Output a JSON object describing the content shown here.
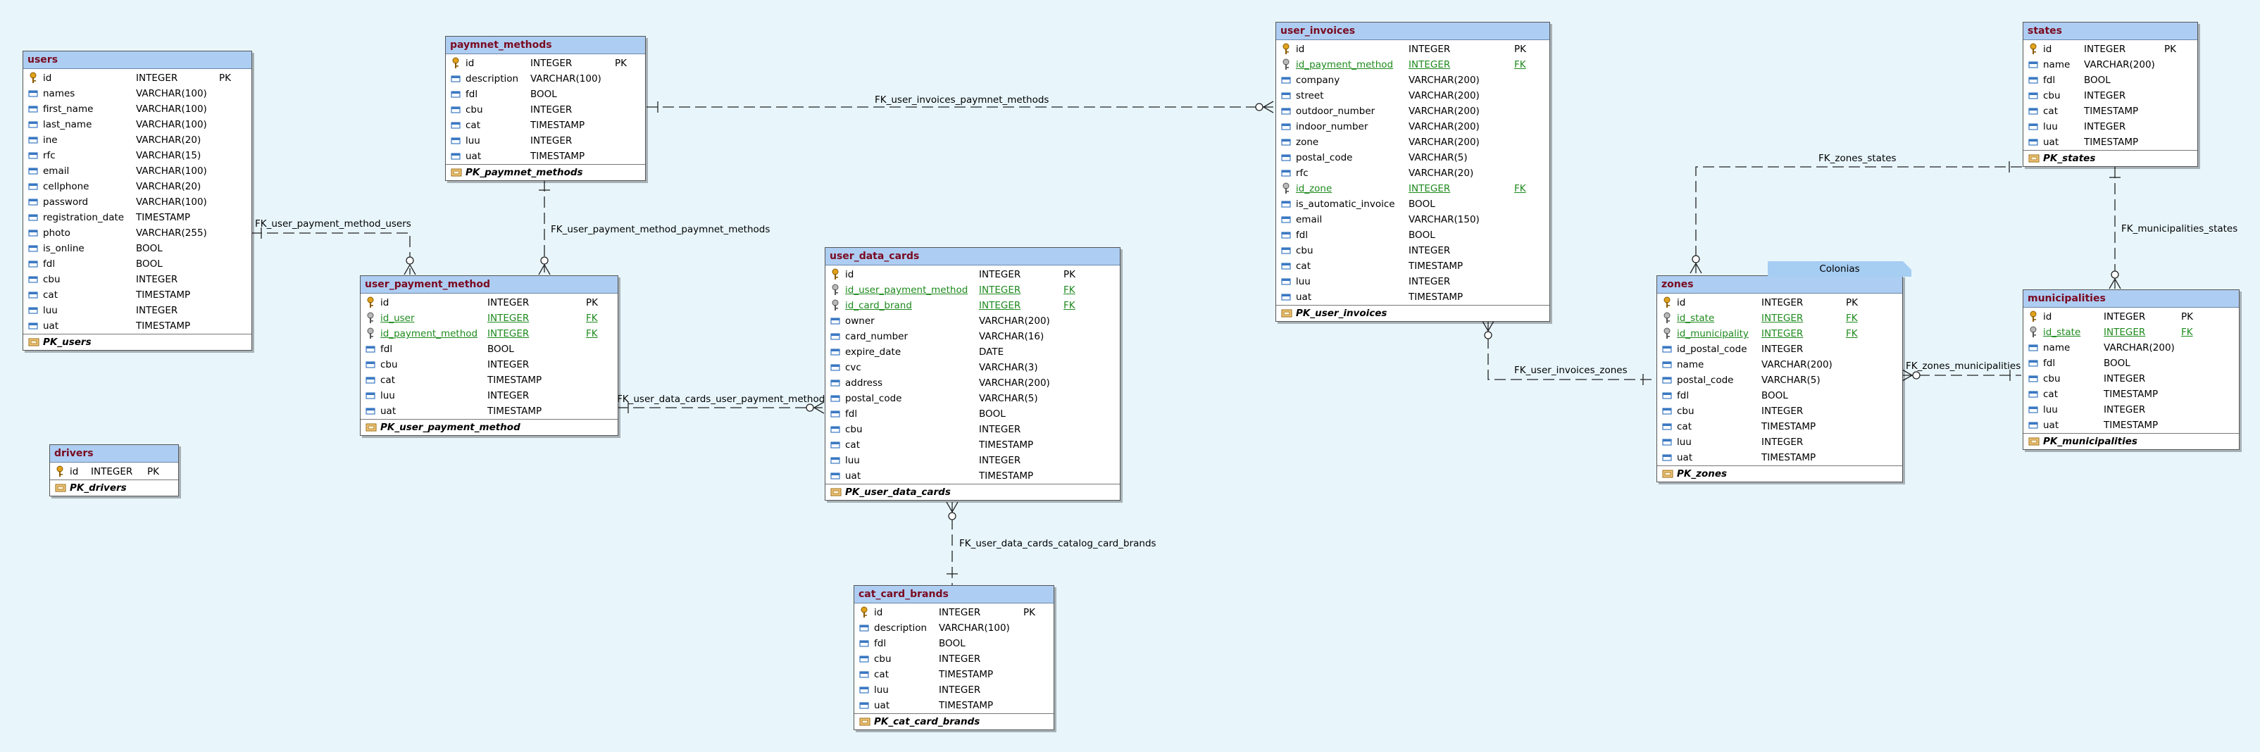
{
  "tables": [
    {
      "id": "users",
      "title": "users",
      "pk_name": "PK_users",
      "columns": [
        {
          "name": "id",
          "type": "INTEGER",
          "key": "PK",
          "kind": "pk"
        },
        {
          "name": "names",
          "type": "VARCHAR(100)",
          "key": "",
          "kind": "col"
        },
        {
          "name": "first_name",
          "type": "VARCHAR(100)",
          "key": "",
          "kind": "col"
        },
        {
          "name": "last_name",
          "type": "VARCHAR(100)",
          "key": "",
          "kind": "col"
        },
        {
          "name": "ine",
          "type": "VARCHAR(20)",
          "key": "",
          "kind": "col"
        },
        {
          "name": "rfc",
          "type": "VARCHAR(15)",
          "key": "",
          "kind": "col"
        },
        {
          "name": "email",
          "type": "VARCHAR(100)",
          "key": "",
          "kind": "col"
        },
        {
          "name": "cellphone",
          "type": "VARCHAR(20)",
          "key": "",
          "kind": "col"
        },
        {
          "name": "password",
          "type": "VARCHAR(100)",
          "key": "",
          "kind": "col"
        },
        {
          "name": "registration_date",
          "type": "TIMESTAMP",
          "key": "",
          "kind": "col"
        },
        {
          "name": "photo",
          "type": "VARCHAR(255)",
          "key": "",
          "kind": "col"
        },
        {
          "name": "is_online",
          "type": "BOOL",
          "key": "",
          "kind": "col"
        },
        {
          "name": "fdl",
          "type": "BOOL",
          "key": "",
          "kind": "col"
        },
        {
          "name": "cbu",
          "type": "INTEGER",
          "key": "",
          "kind": "col"
        },
        {
          "name": "cat",
          "type": "TIMESTAMP",
          "key": "",
          "kind": "col"
        },
        {
          "name": "luu",
          "type": "INTEGER",
          "key": "",
          "kind": "col"
        },
        {
          "name": "uat",
          "type": "TIMESTAMP",
          "key": "",
          "kind": "col"
        }
      ]
    },
    {
      "id": "drivers",
      "title": "drivers",
      "pk_name": "PK_drivers",
      "columns": [
        {
          "name": "id",
          "type": "INTEGER",
          "key": "PK",
          "kind": "pk"
        }
      ]
    },
    {
      "id": "paymnet_methods",
      "title": "paymnet_methods",
      "pk_name": "PK_paymnet_methods",
      "columns": [
        {
          "name": "id",
          "type": "INTEGER",
          "key": "PK",
          "kind": "pk"
        },
        {
          "name": "description",
          "type": "VARCHAR(100)",
          "key": "",
          "kind": "col"
        },
        {
          "name": "fdl",
          "type": "BOOL",
          "key": "",
          "kind": "col"
        },
        {
          "name": "cbu",
          "type": "INTEGER",
          "key": "",
          "kind": "col"
        },
        {
          "name": "cat",
          "type": "TIMESTAMP",
          "key": "",
          "kind": "col"
        },
        {
          "name": "luu",
          "type": "INTEGER",
          "key": "",
          "kind": "col"
        },
        {
          "name": "uat",
          "type": "TIMESTAMP",
          "key": "",
          "kind": "col"
        }
      ]
    },
    {
      "id": "user_payment_method",
      "title": "user_payment_method",
      "pk_name": "PK_user_payment_method",
      "columns": [
        {
          "name": "id",
          "type": "INTEGER",
          "key": "PK",
          "kind": "pk"
        },
        {
          "name": "id_user",
          "type": "INTEGER",
          "key": "FK",
          "kind": "fk"
        },
        {
          "name": "id_payment_method",
          "type": "INTEGER",
          "key": "FK",
          "kind": "fk"
        },
        {
          "name": "fdl",
          "type": "BOOL",
          "key": "",
          "kind": "col"
        },
        {
          "name": "cbu",
          "type": "INTEGER",
          "key": "",
          "kind": "col"
        },
        {
          "name": "cat",
          "type": "TIMESTAMP",
          "key": "",
          "kind": "col"
        },
        {
          "name": "luu",
          "type": "INTEGER",
          "key": "",
          "kind": "col"
        },
        {
          "name": "uat",
          "type": "TIMESTAMP",
          "key": "",
          "kind": "col"
        }
      ]
    },
    {
      "id": "user_data_cards",
      "title": "user_data_cards",
      "pk_name": "PK_user_data_cards",
      "columns": [
        {
          "name": "id",
          "type": "INTEGER",
          "key": "PK",
          "kind": "pk"
        },
        {
          "name": "id_user_payment_method",
          "type": "INTEGER",
          "key": "FK",
          "kind": "fk"
        },
        {
          "name": "id_card_brand",
          "type": "INTEGER",
          "key": "FK",
          "kind": "fk"
        },
        {
          "name": "owner",
          "type": "VARCHAR(200)",
          "key": "",
          "kind": "col"
        },
        {
          "name": "card_number",
          "type": "VARCHAR(16)",
          "key": "",
          "kind": "col"
        },
        {
          "name": "expire_date",
          "type": "DATE",
          "key": "",
          "kind": "col"
        },
        {
          "name": "cvc",
          "type": "VARCHAR(3)",
          "key": "",
          "kind": "col"
        },
        {
          "name": "address",
          "type": "VARCHAR(200)",
          "key": "",
          "kind": "col"
        },
        {
          "name": "postal_code",
          "type": "VARCHAR(5)",
          "key": "",
          "kind": "col"
        },
        {
          "name": "fdl",
          "type": "BOOL",
          "key": "",
          "kind": "col"
        },
        {
          "name": "cbu",
          "type": "INTEGER",
          "key": "",
          "kind": "col"
        },
        {
          "name": "cat",
          "type": "TIMESTAMP",
          "key": "",
          "kind": "col"
        },
        {
          "name": "luu",
          "type": "INTEGER",
          "key": "",
          "kind": "col"
        },
        {
          "name": "uat",
          "type": "TIMESTAMP",
          "key": "",
          "kind": "col"
        }
      ]
    },
    {
      "id": "cat_card_brands",
      "title": "cat_card_brands",
      "pk_name": "PK_cat_card_brands",
      "columns": [
        {
          "name": "id",
          "type": "INTEGER",
          "key": "PK",
          "kind": "pk"
        },
        {
          "name": "description",
          "type": "VARCHAR(100)",
          "key": "",
          "kind": "col"
        },
        {
          "name": "fdl",
          "type": "BOOL",
          "key": "",
          "kind": "col"
        },
        {
          "name": "cbu",
          "type": "INTEGER",
          "key": "",
          "kind": "col"
        },
        {
          "name": "cat",
          "type": "TIMESTAMP",
          "key": "",
          "kind": "col"
        },
        {
          "name": "luu",
          "type": "INTEGER",
          "key": "",
          "kind": "col"
        },
        {
          "name": "uat",
          "type": "TIMESTAMP",
          "key": "",
          "kind": "col"
        }
      ]
    },
    {
      "id": "user_invoices",
      "title": "user_invoices",
      "pk_name": "PK_user_invoices",
      "columns": [
        {
          "name": "id",
          "type": "INTEGER",
          "key": "PK",
          "kind": "pk"
        },
        {
          "name": "id_payment_method",
          "type": "INTEGER",
          "key": "FK",
          "kind": "fk"
        },
        {
          "name": "company",
          "type": "VARCHAR(200)",
          "key": "",
          "kind": "col"
        },
        {
          "name": "street",
          "type": "VARCHAR(200)",
          "key": "",
          "kind": "col"
        },
        {
          "name": "outdoor_number",
          "type": "VARCHAR(200)",
          "key": "",
          "kind": "col"
        },
        {
          "name": "indoor_number",
          "type": "VARCHAR(200)",
          "key": "",
          "kind": "col"
        },
        {
          "name": "zone",
          "type": "VARCHAR(200)",
          "key": "",
          "kind": "col"
        },
        {
          "name": "postal_code",
          "type": "VARCHAR(5)",
          "key": "",
          "kind": "col"
        },
        {
          "name": "rfc",
          "type": "VARCHAR(20)",
          "key": "",
          "kind": "col"
        },
        {
          "name": "id_zone",
          "type": "INTEGER",
          "key": "FK",
          "kind": "fk"
        },
        {
          "name": "is_automatic_invoice",
          "type": "BOOL",
          "key": "",
          "kind": "col"
        },
        {
          "name": "email",
          "type": "VARCHAR(150)",
          "key": "",
          "kind": "col"
        },
        {
          "name": "fdl",
          "type": "BOOL",
          "key": "",
          "kind": "col"
        },
        {
          "name": "cbu",
          "type": "INTEGER",
          "key": "",
          "kind": "col"
        },
        {
          "name": "cat",
          "type": "TIMESTAMP",
          "key": "",
          "kind": "col"
        },
        {
          "name": "luu",
          "type": "INTEGER",
          "key": "",
          "kind": "col"
        },
        {
          "name": "uat",
          "type": "TIMESTAMP",
          "key": "",
          "kind": "col"
        }
      ]
    },
    {
      "id": "states",
      "title": "states",
      "pk_name": "PK_states",
      "columns": [
        {
          "name": "id",
          "type": "INTEGER",
          "key": "PK",
          "kind": "pk"
        },
        {
          "name": "name",
          "type": "VARCHAR(200)",
          "key": "",
          "kind": "col"
        },
        {
          "name": "fdl",
          "type": "BOOL",
          "key": "",
          "kind": "col"
        },
        {
          "name": "cbu",
          "type": "INTEGER",
          "key": "",
          "kind": "col"
        },
        {
          "name": "cat",
          "type": "TIMESTAMP",
          "key": "",
          "kind": "col"
        },
        {
          "name": "luu",
          "type": "INTEGER",
          "key": "",
          "kind": "col"
        },
        {
          "name": "uat",
          "type": "TIMESTAMP",
          "key": "",
          "kind": "col"
        }
      ]
    },
    {
      "id": "zones",
      "title": "zones",
      "pk_name": "PK_zones",
      "columns": [
        {
          "name": "id",
          "type": "INTEGER",
          "key": "PK",
          "kind": "pk"
        },
        {
          "name": "id_state",
          "type": "INTEGER",
          "key": "FK",
          "kind": "fk"
        },
        {
          "name": "id_municipality",
          "type": "INTEGER",
          "key": "FK",
          "kind": "fk"
        },
        {
          "name": "id_postal_code",
          "type": "INTEGER",
          "key": "",
          "kind": "col"
        },
        {
          "name": "name",
          "type": "VARCHAR(200)",
          "key": "",
          "kind": "col"
        },
        {
          "name": "postal_code",
          "type": "VARCHAR(5)",
          "key": "",
          "kind": "col"
        },
        {
          "name": "fdl",
          "type": "BOOL",
          "key": "",
          "kind": "col"
        },
        {
          "name": "cbu",
          "type": "INTEGER",
          "key": "",
          "kind": "col"
        },
        {
          "name": "cat",
          "type": "TIMESTAMP",
          "key": "",
          "kind": "col"
        },
        {
          "name": "luu",
          "type": "INTEGER",
          "key": "",
          "kind": "col"
        },
        {
          "name": "uat",
          "type": "TIMESTAMP",
          "key": "",
          "kind": "col"
        }
      ]
    },
    {
      "id": "municipalities",
      "title": "municipalities",
      "pk_name": "PK_municipalities",
      "columns": [
        {
          "name": "id",
          "type": "INTEGER",
          "key": "PK",
          "kind": "pk"
        },
        {
          "name": "id_state",
          "type": "INTEGER",
          "key": "FK",
          "kind": "fk"
        },
        {
          "name": "name",
          "type": "VARCHAR(200)",
          "key": "",
          "kind": "col"
        },
        {
          "name": "fdl",
          "type": "BOOL",
          "key": "",
          "kind": "col"
        },
        {
          "name": "cbu",
          "type": "INTEGER",
          "key": "",
          "kind": "col"
        },
        {
          "name": "cat",
          "type": "TIMESTAMP",
          "key": "",
          "kind": "col"
        },
        {
          "name": "luu",
          "type": "INTEGER",
          "key": "",
          "kind": "col"
        },
        {
          "name": "uat",
          "type": "TIMESTAMP",
          "key": "",
          "kind": "col"
        }
      ]
    }
  ],
  "relationships": [
    {
      "id": "r1",
      "label": "FK_user_invoices_paymnet_methods"
    },
    {
      "id": "r2",
      "label": "FK_user_payment_method_users"
    },
    {
      "id": "r3",
      "label": "FK_user_payment_method_paymnet_methods"
    },
    {
      "id": "r4",
      "label": "FK_user_data_cards_user_payment_method"
    },
    {
      "id": "r5",
      "label": "FK_user_data_cards_catalog_card_brands"
    },
    {
      "id": "r6",
      "label": "FK_user_invoices_zones"
    },
    {
      "id": "r7",
      "label": "FK_zones_states"
    },
    {
      "id": "r8",
      "label": "FK_municipalities_states"
    },
    {
      "id": "r9",
      "label": "FK_zones_municipalities"
    }
  ],
  "note": {
    "text": "Colonias"
  },
  "colors": {
    "background": "#e8f6fc",
    "header_fill": "#aecdf2",
    "table_title": "#7a0a20",
    "fk_text": "#1e8a1e",
    "pk_key_icon": "#e0a21c",
    "column_icon": "#3a78c2"
  }
}
